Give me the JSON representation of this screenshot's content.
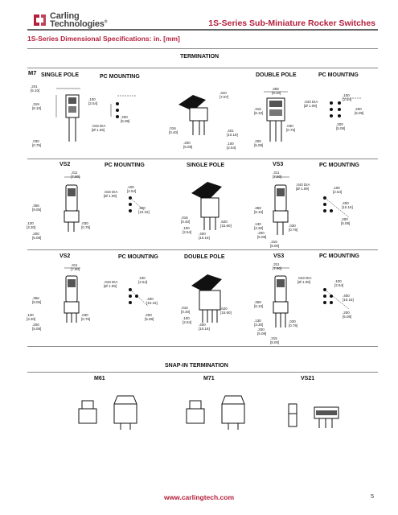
{
  "header": {
    "brand_line1": "Carling",
    "brand_line2": "Technologies",
    "brand_mark": "®",
    "series_title": "1S-Series Sub-Miniature Rocker Switches",
    "subtitle": "1S-Series Dimensional Specifications: in. [mm]"
  },
  "termination_title": "TERMINATION",
  "row1": {
    "code": "M7",
    "left_title": "SINGLE POLE",
    "left_mount": "PC MOUNTING",
    "right_title": "DOUBLE POLE",
    "right_mount": "PC MOUNTING",
    "dims": {
      "a": ".201\n[5.10]",
      "b": ".100\n[2.54]",
      "c": ".200\n[5.08]",
      "d": ".043 DIA\n[Ø 1.09]",
      "e": ".016\n[0.40]",
      "f": ".200\n[5.08]",
      "g": ".310\n[7.87]",
      "h": ".401\n[10.18]",
      "i": ".100\n[2.54]",
      "j": ".358\n[9.10]",
      "k": ".043 DIA\n[Ø 1.09]",
      "l": ".100\n[2.54]",
      "m": ".200\n[5.08]",
      "n": ".316\n[8.10]",
      "o": ".030\n[0.76]",
      "p": ".200\n[5.08]",
      "q": ".030\n[0.76]",
      "r": ".319\n[8.10]",
      "s": ".200\n[5.08]"
    }
  },
  "row2": {
    "left_code": "VS2",
    "left_mount": "PC MOUNTING",
    "mid_title": "SINGLE POLE",
    "right_code": "VS3",
    "right_mount": "PC MOUNTING",
    "dims": {
      "a": ".311\n[7.90]",
      "b": ".043 DIA\n[Ø 1.09]",
      "c": ".100\n[2.54]",
      "d": ".400\n[10.16]",
      "e": ".356\n[9.05]",
      "f": ".030\n[0.76]",
      "g": ".130\n[3.30]",
      "h": ".200\n[5.08]",
      "i": ".016\n[0.40]",
      "j": ".100\n[2.54]",
      "k": ".400\n[10.16]",
      "l": ".620\n[15.60]",
      "m": ".311\n[7.90]",
      "n": ".043 DIA\n[Ø 1.09]",
      "o": ".100\n[2.54]",
      "p": ".400\n[10.16]",
      "q": ".200\n[5.08]",
      "r": ".358\n[9.10]",
      "s": ".130\n[3.30]",
      "t": ".200\n[5.08]",
      "u": ".030\n[0.76]",
      "v": ".315\n[8.00]"
    }
  },
  "row3": {
    "left_code": "VS2",
    "left_mount": "PC MOUNTING",
    "mid_title": "DOUBLE POLE",
    "right_code": "VS3",
    "right_mount": "PC MOUNTING",
    "dims": {
      "a": ".311\n[7.90]",
      "b": ".043 DIA\n[Ø 1.09]",
      "c": ".100\n[2.54]",
      "d": ".400\n[10.16]",
      "e": ".356\n[9.05]",
      "f": ".030\n[0.76]",
      "g": ".130\n[3.30]",
      "h": ".200\n[5.08]",
      "i": ".200\n[5.08]",
      "j": ".016\n[0.40]",
      "k": ".100\n[2.54]",
      "l": ".400\n[10.16]",
      "m": ".620\n[15.60]",
      "n": ".311\n[7.90]",
      "o": ".043 DIA\n[Ø 1.09]",
      "p": ".100\n[2.54]",
      "q": ".400\n[10.16]",
      "r": ".200\n[5.08]",
      "s": ".358\n[9.10]",
      "t": ".130\n[3.30]",
      "u": ".200\n[5.08]",
      "v": ".030\n[0.76]",
      "w": ".315\n[8.00]"
    }
  },
  "snap_in": {
    "title": "SNAP-IN TERMINATION",
    "labels": [
      "M61",
      "M71",
      "VS21"
    ]
  },
  "footer": {
    "url": "www.carlingtech.com",
    "page": "5"
  }
}
